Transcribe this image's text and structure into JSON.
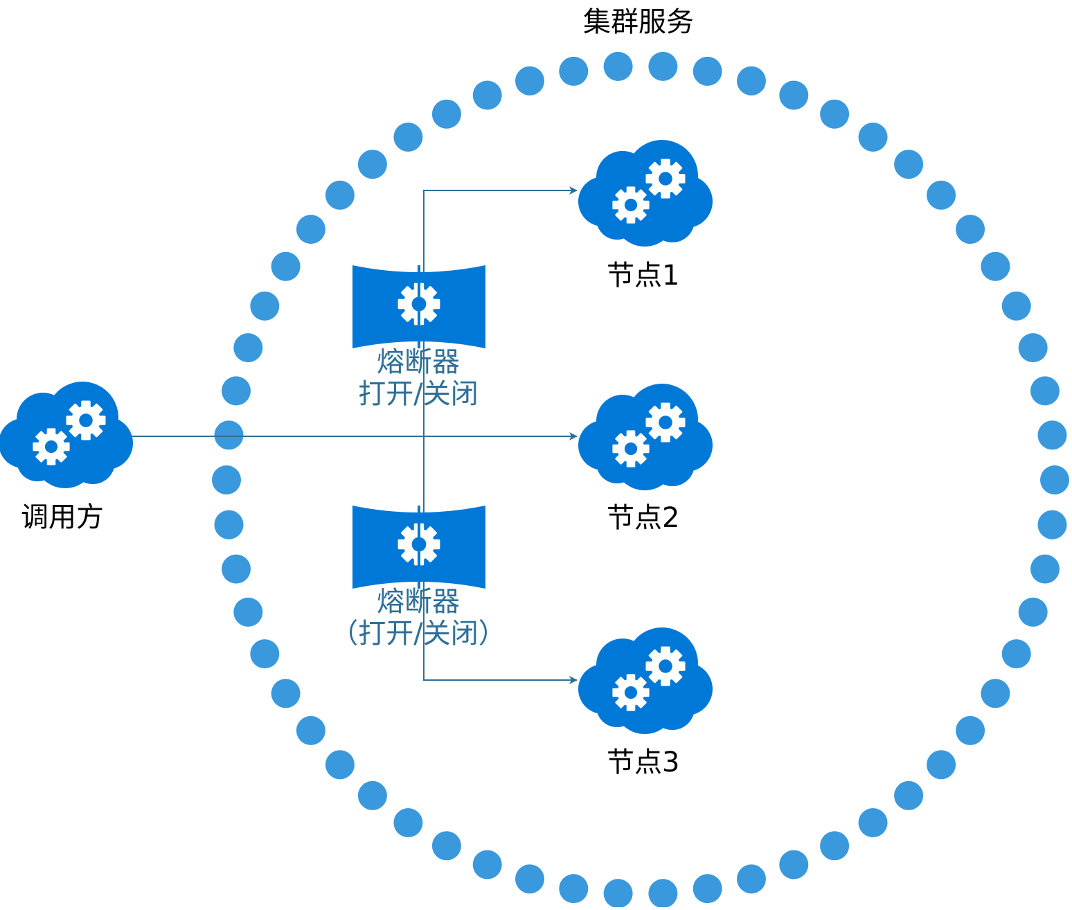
{
  "cluster": {
    "label": "集群服务"
  },
  "caller": {
    "label": "调用方"
  },
  "nodes": [
    {
      "label": "节点1"
    },
    {
      "label": "节点2"
    },
    {
      "label": "节点3"
    }
  ],
  "breakers": [
    {
      "line1": "熔断器",
      "line2": "打开/关闭"
    },
    {
      "line1": "熔断器",
      "line2": "（打开/关闭）"
    }
  ],
  "colors": {
    "cloud_blue": "#0078d7",
    "dot_blue": "#3a98dd",
    "arrow_blue": "#2e6f98",
    "breaker_text": "#2e6f98"
  },
  "icons": {
    "cloud": "cloud-gears-icon",
    "breaker": "circuit-breaker-icon"
  }
}
